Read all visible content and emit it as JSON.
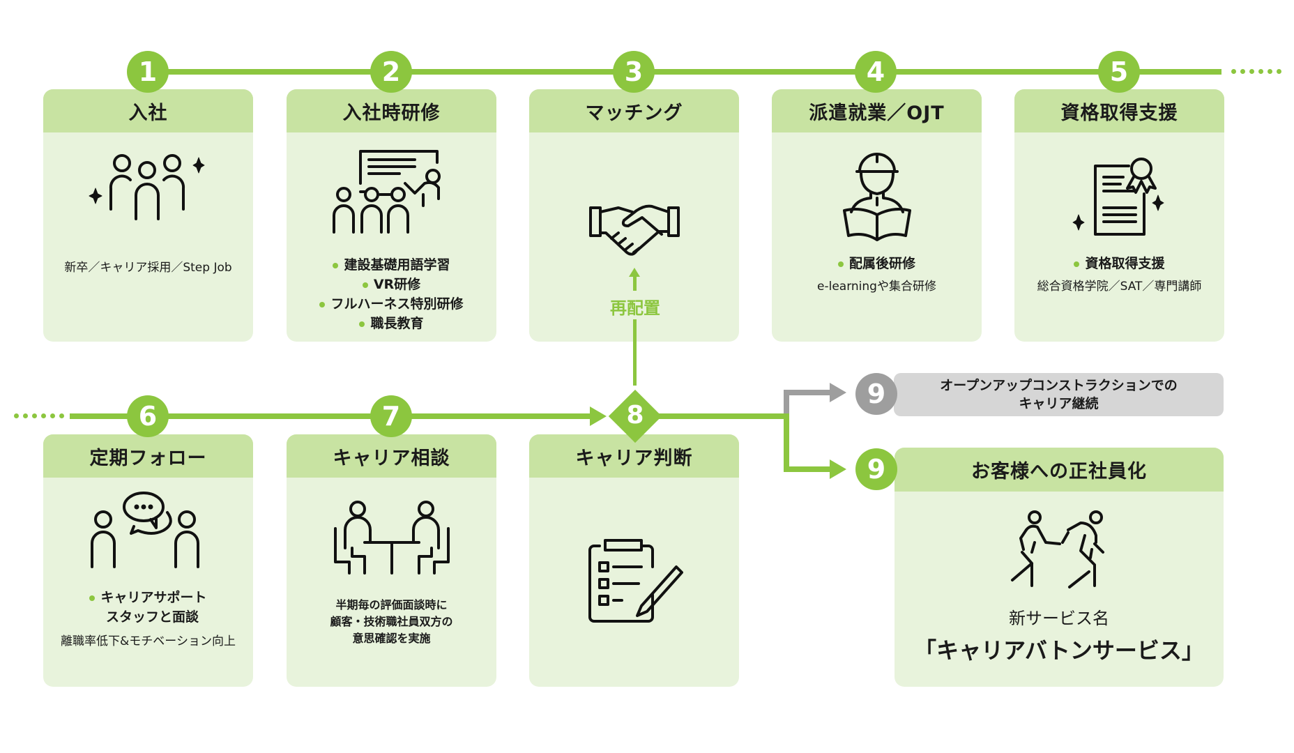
{
  "colors": {
    "accent": "#8cc63f",
    "header": "#c8e3a2",
    "card": "#e8f3dc",
    "gray": "#9e9e9e",
    "gray_bar": "#d6d6d6"
  },
  "steps": [
    {
      "num": "1",
      "title": "入社",
      "icon": "people-sparkle-icon",
      "lines": [
        {
          "text": "新卒／キャリア採用／Step Job",
          "bullet": false
        }
      ]
    },
    {
      "num": "2",
      "title": "入社時研修",
      "icon": "presentation-icon",
      "lines": [
        {
          "text": "建設基礎用語学習",
          "bullet": true
        },
        {
          "text": "VR研修",
          "bullet": true
        },
        {
          "text": "フルハーネス特別研修",
          "bullet": true
        },
        {
          "text": "職長教育",
          "bullet": true
        }
      ]
    },
    {
      "num": "3",
      "title": "マッチング",
      "icon": "handshake-icon",
      "lines": []
    },
    {
      "num": "4",
      "title": "派遣就業／OJT",
      "icon": "worker-reading-icon",
      "lines": [
        {
          "text": "配属後研修",
          "bullet": true
        },
        {
          "text": "e-learningや集合研修",
          "bullet": false
        }
      ]
    },
    {
      "num": "5",
      "title": "資格取得支援",
      "icon": "certificate-icon",
      "lines": [
        {
          "text": "資格取得支援",
          "bullet": true
        },
        {
          "text": "総合資格学院／SAT／専門講師",
          "bullet": false
        }
      ]
    },
    {
      "num": "6",
      "title": "定期フォロー",
      "icon": "conversation-icon",
      "lines": [
        {
          "text": "キャリアサポート",
          "bullet": true
        },
        {
          "text": "スタッフと面談",
          "bullet": false
        },
        {
          "text": "離職率低下&モチベーション向上",
          "bullet": false
        }
      ]
    },
    {
      "num": "7",
      "title": "キャリア相談",
      "icon": "meeting-table-icon",
      "lines": [
        {
          "text": "半期毎の評価面談時に",
          "bullet": false
        },
        {
          "text": "顧客・技術職社員双方の",
          "bullet": false
        },
        {
          "text": "意思確認を実施",
          "bullet": false
        }
      ]
    },
    {
      "num": "8",
      "title": "キャリア判断",
      "icon": "checklist-icon",
      "lines": []
    }
  ],
  "relocate_label": "再配置",
  "outcomes": {
    "alt": {
      "num": "9",
      "lines": [
        "オープンアップコンストラクションでの",
        "キャリア継続"
      ]
    },
    "main": {
      "num": "9",
      "title": "お客様への正社員化",
      "icon": "relay-baton-icon",
      "subtitle": "新サービス名",
      "service_name": "「キャリアバトンサービス」"
    }
  }
}
